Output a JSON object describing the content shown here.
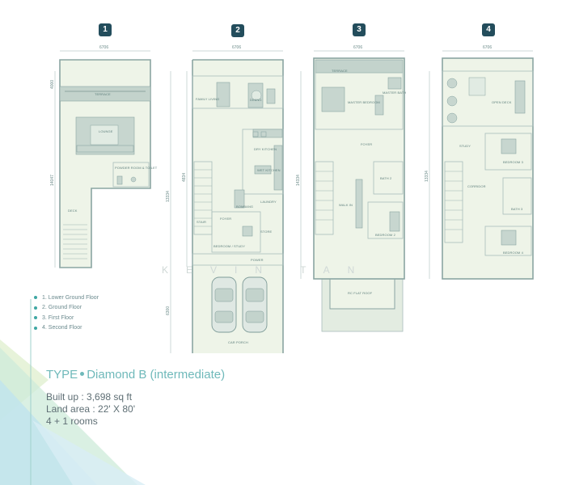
{
  "floors": [
    {
      "number": "1",
      "width_dim": "6706",
      "side_dims": [
        "4000",
        "14047"
      ],
      "rooms": [
        "TERRACE",
        "LOUNGE",
        "POWDER ROOM & TOILET",
        "DECK"
      ]
    },
    {
      "number": "2",
      "width_dim": "6706",
      "side_dims": [
        "13334",
        "4834",
        "6300"
      ],
      "rooms": [
        "FAMILY LIVING",
        "DINING",
        "DRY KITCHEN",
        "WET KITCHEN",
        "LAUNDRY",
        "STORE",
        "BEDROOM / STUDY",
        "FOYER",
        "BOMBANG",
        "POWER",
        "CAR PORCH",
        "STAIR"
      ]
    },
    {
      "number": "3",
      "width_dim": "6706",
      "side_dims": [
        "14334"
      ],
      "rooms": [
        "TERRACE",
        "MASTER BEDROOM",
        "MASTER BATH",
        "FOYER",
        "BATH 2",
        "WALK IN",
        "BEDROOM 2",
        "RC FLAT ROOF"
      ]
    },
    {
      "number": "4",
      "width_dim": "6706",
      "side_dims": [
        "13334"
      ],
      "rooms": [
        "OPEN DECK",
        "STUDY",
        "BEDROOM 3",
        "CORRIDOR",
        "BATH 3",
        "BEDROOM 4"
      ]
    }
  ],
  "legend": [
    "1. Lower Ground Floor",
    "2. Ground Floor",
    "3. First Floor",
    "4. Second Floor"
  ],
  "watermark": "KEVIN TAN",
  "type": {
    "prefix": "TYPE",
    "name": "Diamond B (intermediate)"
  },
  "specs": {
    "built_up": "Built up : 3,698 sq ft",
    "land_area": "Land area : 22' X 80'",
    "rooms": "4 + 1 rooms"
  },
  "colors": {
    "accent": "#6fb9ba",
    "badge": "#234d5c",
    "wall": "#8aa5a2",
    "floor": "#eef4e8"
  }
}
